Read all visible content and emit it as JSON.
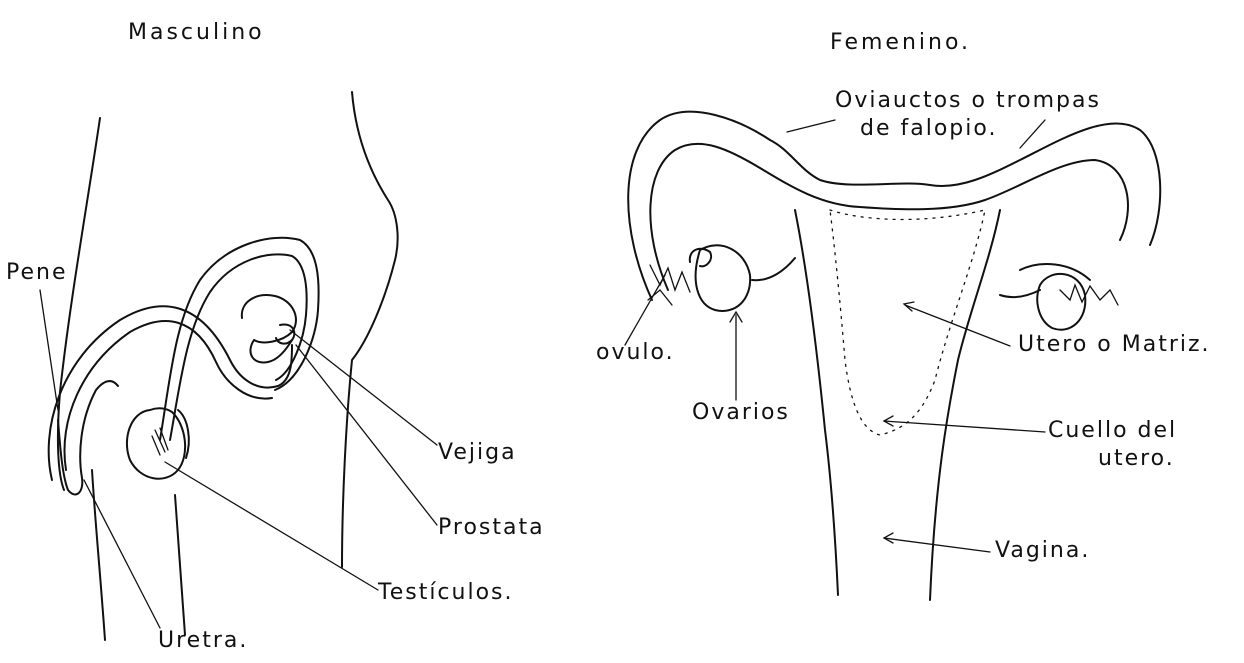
{
  "male": {
    "title": "Masculino",
    "labels": {
      "pene": "Pene",
      "vejiga": "Vejiga",
      "prostata": "Prostata",
      "testiculos": "Testículos.",
      "uretra": "Uretra."
    }
  },
  "female": {
    "title": "Femenino.",
    "labels": {
      "oviductos_line1": "Oviauctos o trompas",
      "oviductos_line2": "de falopio.",
      "ovulo": "ovulo.",
      "ovarios": "Ovarios",
      "utero": "Utero o Matriz.",
      "cuello_line1": "Cuello del",
      "cuello_line2": "utero.",
      "vagina": "Vagina."
    }
  },
  "colors": {
    "ink": "#111111",
    "paper": "#ffffff"
  }
}
